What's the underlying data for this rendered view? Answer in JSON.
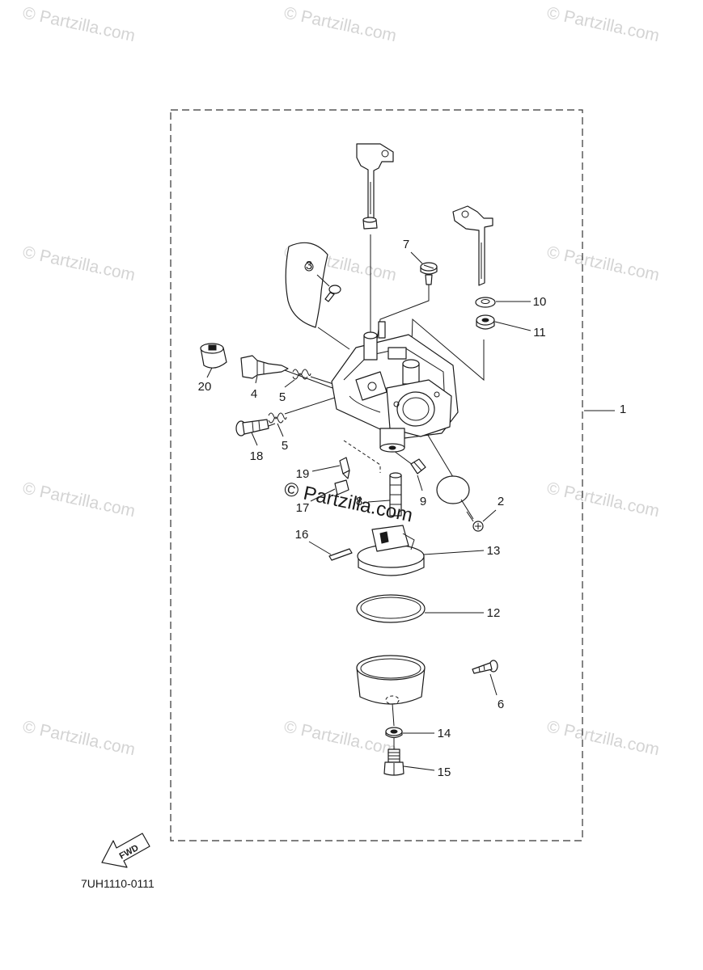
{
  "watermark": "© Partzilla.com",
  "callouts": {
    "c1": "1",
    "c2": "2",
    "c3": "3",
    "c4": "4",
    "c5a": "5",
    "c5b": "5",
    "c6": "6",
    "c7": "7",
    "c8": "8",
    "c9": "9",
    "c10": "10",
    "c11": "11",
    "c12": "12",
    "c13": "13",
    "c14": "14",
    "c15": "15",
    "c16": "16",
    "c17": "17",
    "c18": "18",
    "c19": "19",
    "c20": "20"
  },
  "fwd_label": "FWD",
  "diagram_code": "7UH1110-0111",
  "colors": {
    "line": "#1a1a1a",
    "watermark": "#d4d4d4",
    "background": "#ffffff"
  }
}
